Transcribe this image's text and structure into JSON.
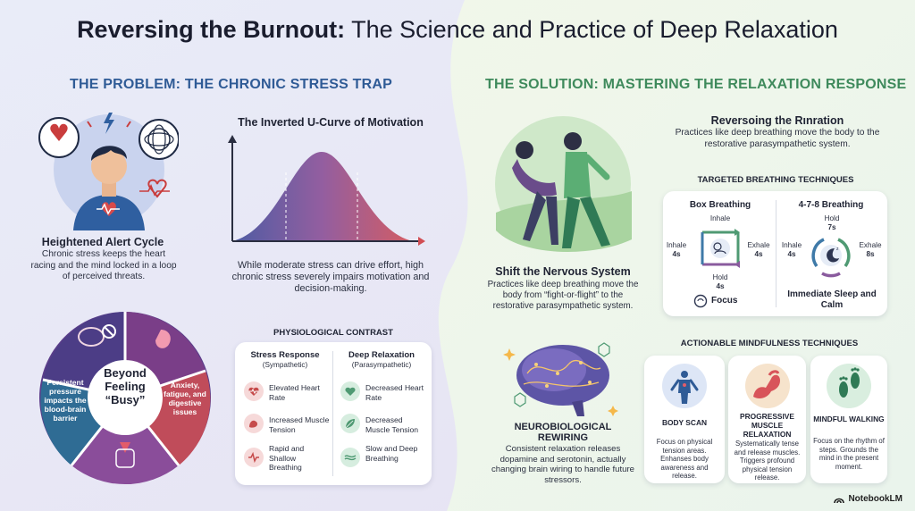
{
  "title": {
    "bold": "Reversing the Burnout:",
    "rest": " The Science and Practice of Deep Relaxation"
  },
  "problem": {
    "heading": "THE PROBLEM: THE CHRONIC STRESS TRAP",
    "alert": {
      "title": "Heightened Alert Cycle",
      "body": "Chronic stress keeps the heart racing and the mind locked in a loop of perceived threats."
    },
    "curve": {
      "title": "The Inverted U-Curve of Motivation",
      "body": "While moderate stress can drive effort, high chronic stress severely impairs motivation and decision-making."
    },
    "cycle": {
      "center": "Beyond Feeling “Busy”",
      "left": "Persistent pressure impacts the blood-brain barrier",
      "right": "Anxiety, fatigue, and digestive issues"
    },
    "contrast": {
      "heading": "PHYSIOLOGICAL CONTRAST",
      "left_title": "Stress Response",
      "left_sub": "(Sympathetic)",
      "right_title": "Deep Relaxation",
      "right_sub": "(Parasympathetic)",
      "left_rows": [
        "Elevated Heart Rate",
        "Increased Muscle Tension",
        "Rapid and Shallow Breathing"
      ],
      "right_rows": [
        "Decreased Heart Rate",
        "Decreased Muscle Tension",
        "Slow and Deep Breathing"
      ]
    }
  },
  "solution": {
    "heading": "THE SOLUTION: MASTERING THE RELAXATION RESPONSE",
    "shift": {
      "title": "Shift the Nervous System",
      "body": "Practices like deep breathing move the body from “fight-or-flight” to the restorative parasympathetic system."
    },
    "reverse": {
      "title": "Reversoing the Rınration",
      "body": "Practices like deep breathing move the body to the restorative parasympathetic system."
    },
    "breathing": {
      "heading": "TARGETED BREATHING TECHNIQUES",
      "box": {
        "title": "Box Breathing",
        "top": "Inhale",
        "left": "Inhale",
        "left_s": "4s",
        "right": "Exhale",
        "right_s": "4s",
        "bottom": "Hold",
        "bottom_s": "4s",
        "tag": "Focus"
      },
      "478": {
        "title": "4-7-8 Breathing",
        "top": "Hold",
        "top_s": "7s",
        "left": "Inhale",
        "left_s": "4s",
        "right": "Exhale",
        "right_s": "8s",
        "tag": "Immediate Sleep and Calm"
      }
    },
    "neuro": {
      "title": "NEUROBIOLOGICAL REWIRING",
      "body": "Consistent relaxation releases dopamine and serotonin, actually changing brain wiring to handle future stressors."
    },
    "mindful": {
      "heading": "ACTIONABLE MINDFULNESS TECHNIQUES",
      "cards": [
        {
          "title": "BODY SCAN",
          "body": "Focus on physical tension areas. Enhanses body awareness and release."
        },
        {
          "title": "PROGRESSIVE MUSCLE RELAXATION",
          "body": "Systematically tense and release muscles. Triggers profound physical tension release."
        },
        {
          "title": "MINDFUL WALKING",
          "body": "Focus on the rhythm of steps. Grounds the mind in the present moment."
        }
      ]
    }
  },
  "brand": "NotebookLM",
  "colors": {
    "problem_blue": "#2f5b96",
    "solution_green": "#3f8a5c",
    "stress_red": "#c64b4b",
    "calm_green": "#4f9a73"
  }
}
